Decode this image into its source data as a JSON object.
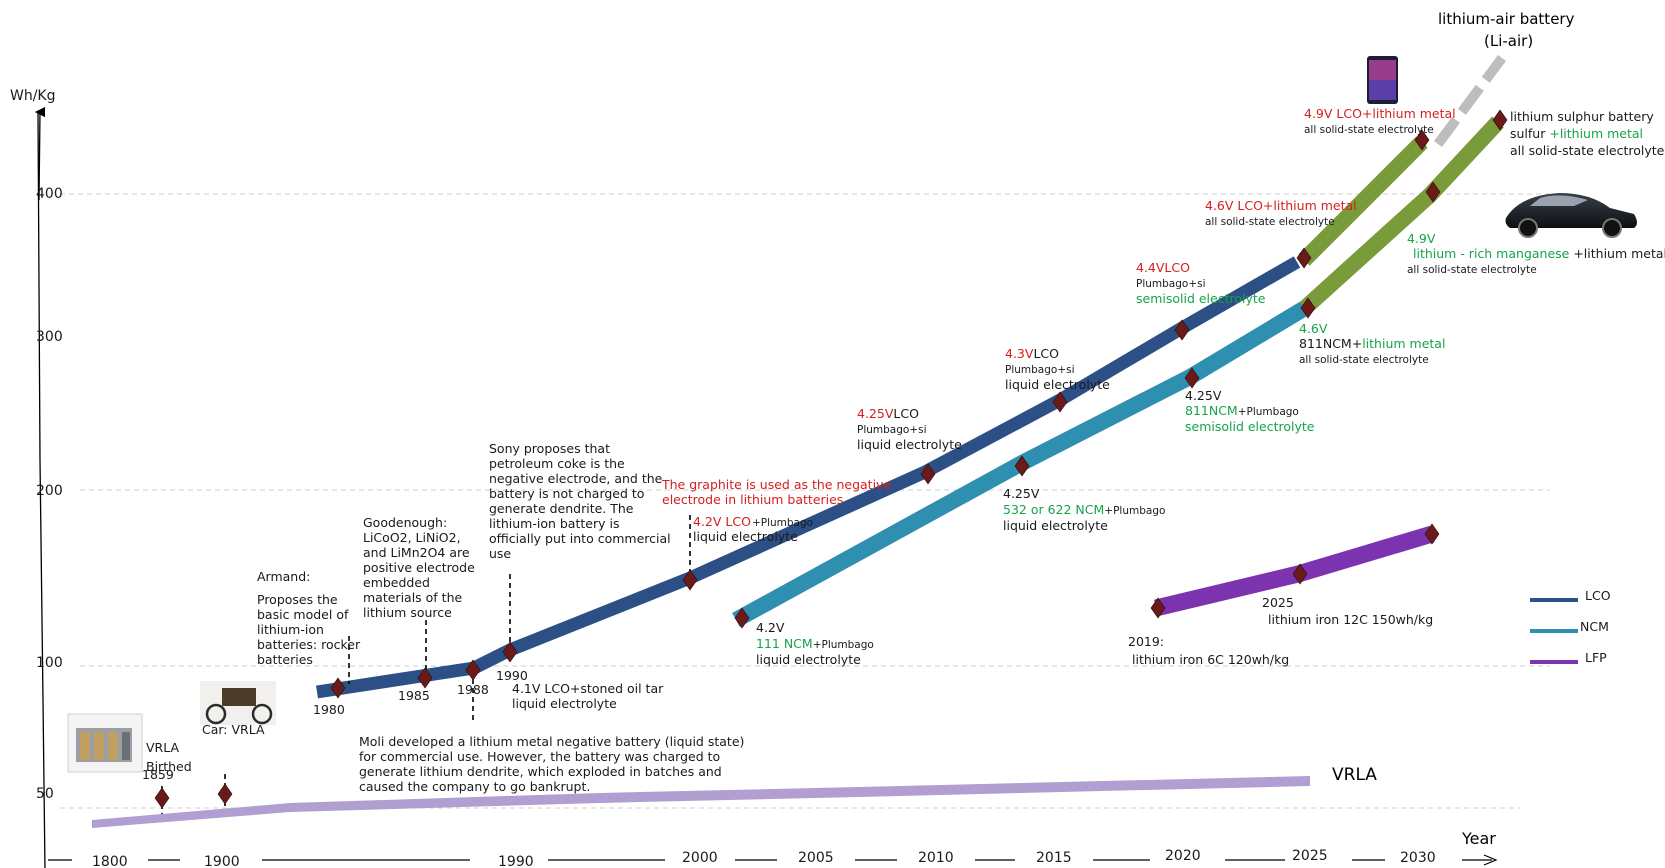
{
  "y_axis": {
    "title": "Wh/Kg",
    "ticks": [
      "400",
      "300",
      "200",
      "100",
      "50"
    ]
  },
  "x_axis": {
    "title": "Year",
    "ticks": [
      "1800",
      "1900",
      "1990",
      "2000",
      "2005",
      "2010",
      "2015",
      "2020",
      "2025",
      "2030"
    ]
  },
  "legend": [
    {
      "label": "LCO",
      "color": "#2c4f86"
    },
    {
      "label": "NCM",
      "color": "#2f8fb0"
    },
    {
      "label": "LFP",
      "color": "#7b33b0"
    }
  ],
  "series": {
    "vrla": {
      "label": "VRLA",
      "color": "#b19fd1"
    },
    "lco": {
      "color": "#2c4f86",
      "future_color": "#7a9b3a"
    },
    "ncm": {
      "color": "#2f8fb0",
      "future_color": "#7a9b3a"
    },
    "lfp": {
      "color": "#7b33b0"
    },
    "li_air": {
      "line1": "lithium-air battery",
      "line2": "(Li-air)",
      "color": "#bdbdbd"
    }
  },
  "years": {
    "y1859": "1859",
    "y1980": "1980",
    "y1985": "1985",
    "y1988": "1988",
    "y1990": "1990"
  },
  "early": {
    "vrla_birth_1": "VRLA",
    "vrla_birth_2": "Birthed",
    "car": "Car: VRLA",
    "armand_title": "Armand:",
    "armand_lines": [
      "Proposes the",
      "basic model of",
      "lithium-ion",
      "batteries: rocker",
      "batteries"
    ],
    "goodenough_lines": [
      "Goodenough:",
      "LiCoO2, LiNiO2,",
      "and LiMn2O4 are",
      "positive electrode",
      "embedded",
      "materials of the",
      "lithium source"
    ],
    "sony_lines": [
      "Sony proposes that",
      "petroleum coke is the",
      "negative electrode, and the",
      "battery is not charged to",
      "generate dendrite. The",
      "lithium-ion battery is",
      "officially put into commercial",
      "use"
    ],
    "moli_lines": [
      "Moli developed a lithium metal negative battery (liquid state)",
      "for commercial use. However, the battery was charged to",
      "generate lithium dendrite, which exploded in batches and",
      "caused the company to go bankrupt."
    ],
    "lco41_line1": "4.1V LCO+stoned oil tar",
    "lco41_line2": "liquid electrolyte"
  },
  "lco_notes": {
    "graphite_1": "The graphite is used as the negative",
    "graphite_2": "electrode in lithium batteries",
    "v42_red": "4.2V LCO",
    "v42_black": "+Plumbago",
    "v42_line2": "liquid electrolyte",
    "v425_red": "4.25V",
    "v425_black": "LCO",
    "v425_line2": "Plumbago+si",
    "v425_line3": "liquid electrolyte",
    "v43_red": "4.3V",
    "v43_black": "LCO",
    "v43_line2": "Plumbago+si",
    "v43_line3": "liquid electrolyte",
    "v44_line1": "4.4VLCO",
    "v44_line2": "Plumbago+si",
    "v44_line3": "semisolid electrolyte",
    "v46_line1": "4.6V LCO+lithium metal",
    "v46_line2": "all solid-state electrolyte",
    "v49_line1": "4.9V LCO+lithium metal",
    "v49_line2": "all solid-state electrolyte"
  },
  "ncm_notes": {
    "n42_line1": "4.2V",
    "n42_green": "111 NCM",
    "n42_black": "+Plumbago",
    "n42_line3": "liquid electrolyte",
    "n425_line1": "4.25V",
    "n425_green": "532 or 622 NCM",
    "n425_black": "+Plumbago",
    "n425_line3": "liquid electrolyte",
    "n425b_line1": "4.25V",
    "n425b_green": "811NCM",
    "n425b_black": "+Plumbago",
    "n425b_line3": "semisolid electrolyte",
    "n46_line1": "4.6V",
    "n46_black": "811NCM+",
    "n46_green": "lithium metal",
    "n46_line3": "all solid-state electrolyte",
    "n49_line1": "4.9V",
    "n49_green": "lithium - rich manganese",
    "n49_black": " +lithium metal",
    "n49_line3": "all solid-state electrolyte"
  },
  "lis_notes": {
    "line1": "lithium sulphur battery",
    "line2_black": "sulfur ",
    "line2_green": "+lithium metal",
    "line3": "all solid-state electrolyte"
  },
  "lfp_notes": {
    "a_line1": "2019:",
    "a_line2": "lithium iron 6C 120wh/kg",
    "b_line1": "2025",
    "b_line2": "lithium iron 12C 150wh/kg"
  },
  "colors": {
    "marker": "#6b1a1a",
    "grid": "#c8c8c8"
  }
}
